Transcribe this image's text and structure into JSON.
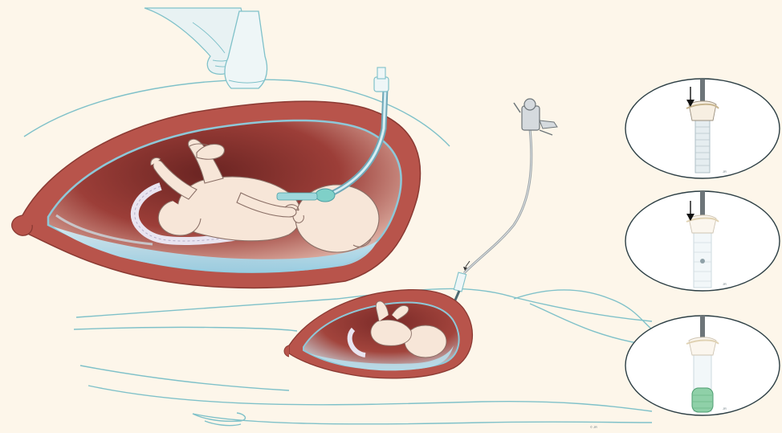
{
  "figure": {
    "background": "#fdf6ea",
    "colors": {
      "outline": "#7fc1c9",
      "uterus_wall": "#b8544b",
      "uterus_dark": "#7a2a28",
      "fluid": "#a8d5e6",
      "fetus_skin": "#f7e6d8",
      "fetus_outline": "#8a6f66",
      "cord": "#e9e4f0",
      "scope_metal": "#9aa2a6",
      "balloon_green": "#8fd0a8",
      "glove": "#e8f2f3"
    },
    "icons": {
      "hand": "gloved-hand-icon",
      "probe": "ultrasound-probe-icon",
      "fetoscope": "fetoscope-icon",
      "arrow": "down-arrow-icon"
    },
    "insets": [
      {
        "step": "insert-catheter",
        "arrow": true,
        "balloon": false,
        "credit": "JR"
      },
      {
        "step": "position-balloon",
        "arrow": true,
        "balloon": false,
        "credit": "JR"
      },
      {
        "step": "inflate-balloon",
        "arrow": false,
        "balloon": true,
        "credit": "JR"
      }
    ],
    "credit_text": "© JR"
  }
}
